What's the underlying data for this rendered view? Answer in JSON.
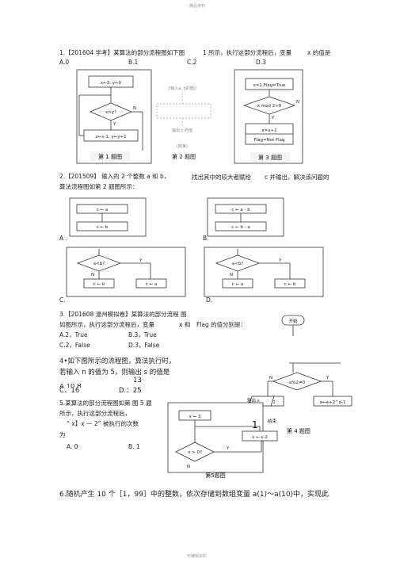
{
  "header_note": "精品资料",
  "footer_note": "可编辑资料",
  "q1": {
    "line": "1.【201604 学考】某算法的部分流程图如下图",
    "line_right": "1 所示，执行这部分流程后，变量",
    "var": "x 的值是",
    "opts": [
      "A.0",
      "B.1",
      "C.2",
      "D.3"
    ],
    "fig_labels": [
      "第 1 题图",
      "第 2 题图",
      "第 3 题图"
    ],
    "fig1": {
      "init": "x←3, y←0",
      "cond": "x>y?",
      "n": "N",
      "y": "Y",
      "body": "x←x-1, y←y+1"
    },
    "fig2": {
      "top": "//输入a, b的值//",
      "mid": "",
      "bottom": "输出 c 的值",
      "end": "(结束)"
    },
    "fig3": {
      "init": "x=1,Flag=True",
      "cond": "x mod 2>0",
      "n": "N",
      "y": "Y",
      "body1": "x=x+1",
      "body2": "Flag=Not Flag"
    }
  },
  "q2": {
    "line1": "2.【201509】 输入的 2 个整数 a 和 b，",
    "line1_right": "找出其中的较大者赋给",
    "line1_right2": "c 并输出，解决该问题的",
    "line2": "算法流程图如第 2 题图所示：",
    "opt_a": "A .",
    "opt_b": "B.",
    "opt_c": "C.",
    "opt_d": "D.",
    "figA": {
      "s1": "c ← a",
      "s2": "c ← b"
    },
    "figB": {
      "s1": "c ← a - b",
      "s2": "c ← b - a"
    },
    "figC": {
      "cond": "a<b?",
      "y": "Y",
      "n": "N",
      "left": "c ← b",
      "right": "c ← a"
    },
    "figD": {
      "cond": "a<b?",
      "y": "Y",
      "n": "N",
      "left": "c ← a",
      "right": "c ← b"
    }
  },
  "q3": {
    "line1": "3.【201608 温州模拟卷】某算法的部分流程  图",
    "line2": "如图所示，执行这部分流程后，变量",
    "line2_b": "x 和",
    "line2_c": "Flag 的值分别是：",
    "opts": [
      "A.2，True",
      "B.3，True",
      "C.2，False",
      "D.3，False"
    ],
    "side": "开始"
  },
  "q4": {
    "line1": "4•如下图所示的流程图，算法执行时，",
    "line2": "若输入 n 的值为 5，则输出 s 的值是",
    "overlap1": "13",
    "overlap2": "A    10              B",
    "opt_c": "C．16",
    "opt_d": "D.：25",
    "fig_label": "第 4 题图",
    "fig": {
      "cond": "a%2≠0",
      "left": "a←a+1",
      "right": "a←a+2^a-1",
      "n": "N",
      "y": "Y",
      "out": "输出 s",
      "end": "结束"
    }
  },
  "q5": {
    "line1": "5.某算法的部分流程图如第  图 5 题",
    "line2": "所示，执行这部分流程后，",
    "line3": "“ x】x  一  2”  被执行的次数",
    "line4": "为",
    "opts": [
      "A. 0",
      "B. 1"
    ],
    "fig_label": "第5题图",
    "fig": {
      "init": "x ← 3",
      "cond": "x > 0?",
      "y": "Y",
      "n": "N",
      "body": "x ← x-2",
      "one": "1"
    }
  },
  "q6": {
    "line": "6.随机产生 10 个［1，99］中的整数，依次存储到数组变量 a(1)～a(10)中，实现此"
  }
}
